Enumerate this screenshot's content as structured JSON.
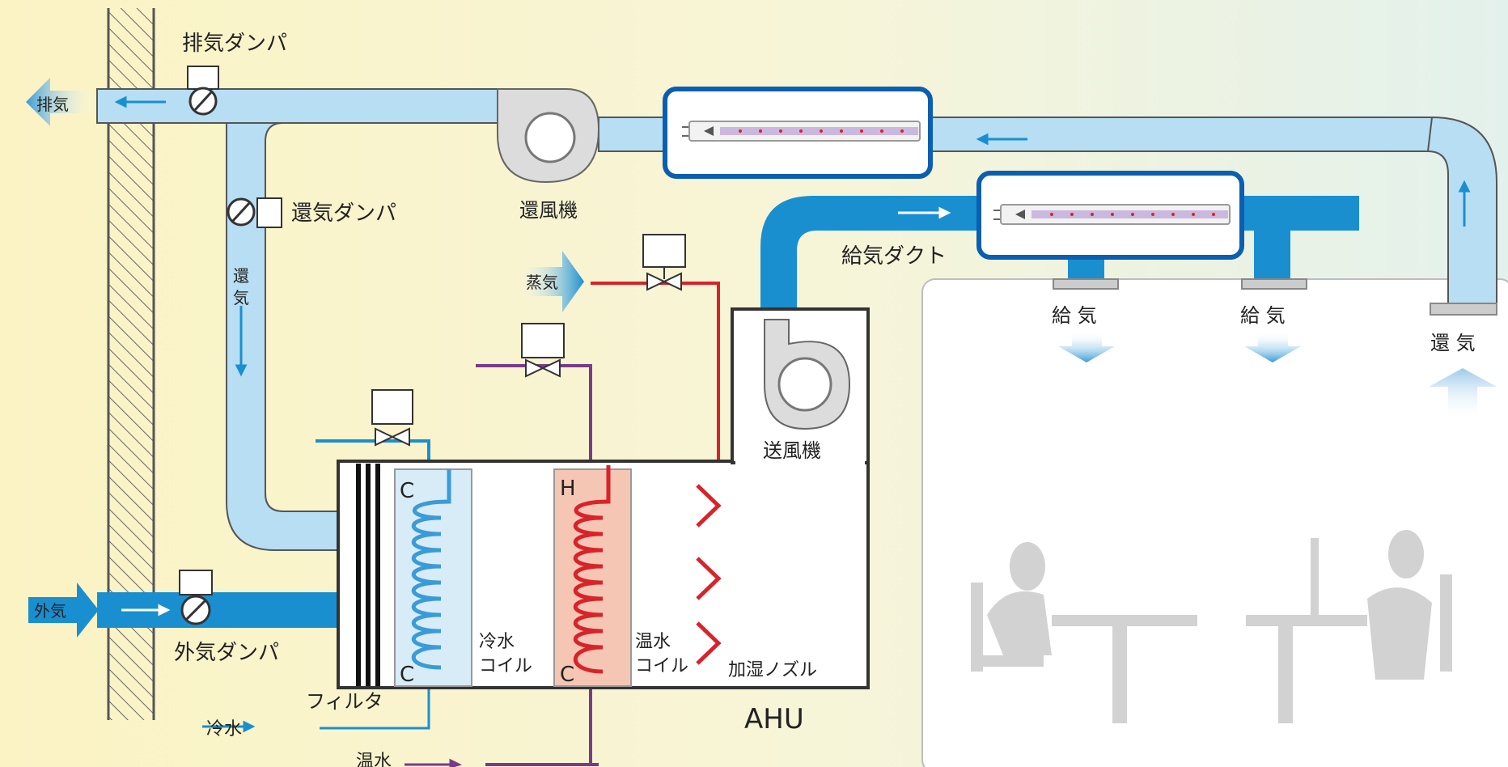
{
  "labels": {
    "exhaust_damper": "排気ダンパ",
    "exhaust": "排気",
    "return_damper": "還気ダンパ",
    "return_fan": "還風機",
    "return_air_vertical_1": "還",
    "return_air_vertical_2": "気",
    "steam": "蒸気",
    "supply_duct": "給気ダクト",
    "supply_air_1": "給 気",
    "supply_air_2": "給 気",
    "return_air_room": "還 気",
    "supply_fan": "送風機",
    "outside_air": "外気",
    "outside_air_damper": "外気ダンパ",
    "filter": "フィルタ",
    "chilled_water": "冷水",
    "hot_water": "温水",
    "chilled_coil_line1": "冷水",
    "chilled_coil_line2": "コイル",
    "hot_coil_line1": "温水",
    "hot_coil_line2": "コイル",
    "humidifier_nozzle": "加湿ノズル",
    "ahu": "AHU",
    "cool_coil_top": "C",
    "cool_coil_bottom": "C",
    "hot_coil_top": "H",
    "hot_coil_bottom": "C"
  },
  "colors": {
    "duct_return": "#b7def3",
    "duct_supply": "#1a8fd0",
    "steam_pipe": "#d8232a",
    "hot_pipe": "#7a3a8a",
    "highlight_border": "#0b5fb0"
  },
  "icons": [
    "uv-lamp-icon",
    "uv-lamp-icon",
    "fan-icon",
    "damper-icon",
    "valve-icon",
    "person-icon"
  ]
}
